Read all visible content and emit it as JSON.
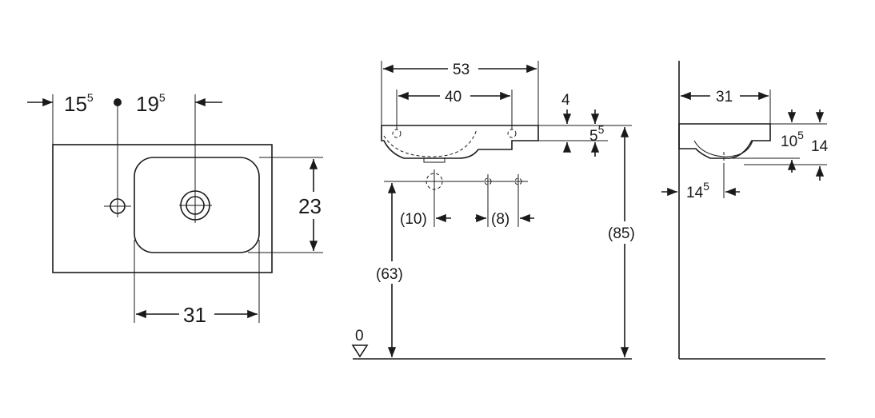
{
  "top_view": {
    "dim_left": "15",
    "dim_left_sup": "5",
    "dim_right": "19",
    "dim_right_sup": "5",
    "dim_height": "23",
    "dim_bowl_width": "31"
  },
  "front_view": {
    "dim_total_width": "53",
    "dim_inner_width": "40",
    "dim_rim": "4",
    "dim_depth": "5",
    "dim_depth_sup": "5",
    "dim_left_tap": "(10)",
    "dim_right_tap": "(8)",
    "dim_drain_height": "(63)",
    "dim_total_height": "(85)",
    "floor_label": "0"
  },
  "side_view": {
    "dim_width": "31",
    "dim_inner_depth": "10",
    "dim_inner_depth_sup": "5",
    "dim_outer_depth": "14",
    "dim_wall_offset": "14",
    "dim_wall_offset_sup": "5"
  }
}
